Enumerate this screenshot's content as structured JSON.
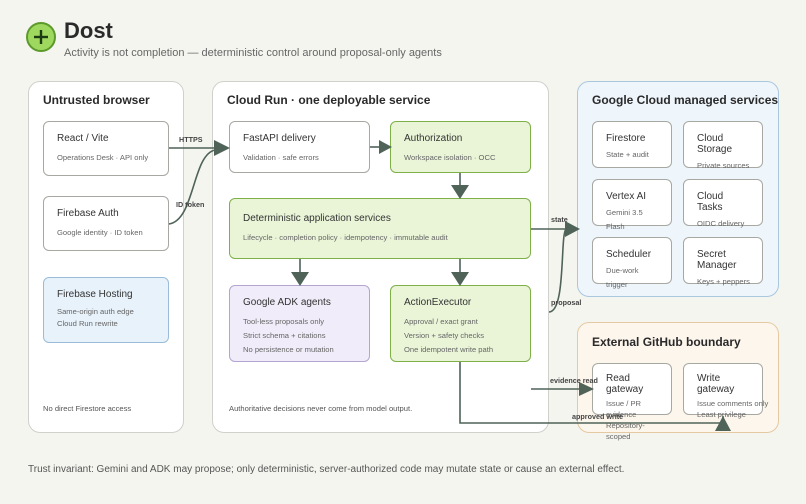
{
  "header": {
    "title": "Dost",
    "subtitle": "Activity is not completion — deterministic control around proposal-only agents"
  },
  "browser": {
    "title": "Untrusted browser",
    "react": {
      "title": "React / Vite",
      "sub": "Operations Desk · API only"
    },
    "auth": {
      "title": "Firebase Auth",
      "sub": "Google identity · ID token"
    },
    "hosting": {
      "title": "Firebase Hosting",
      "sub1": "Same-origin auth edge",
      "sub2": "Cloud Run rewrite"
    },
    "note": "No direct Firestore access"
  },
  "cloudrun": {
    "title": "Cloud Run · one deployable service",
    "fastapi": {
      "title": "FastAPI delivery",
      "sub": "Validation · safe errors"
    },
    "authz": {
      "title": "Authorization",
      "sub": "Workspace isolation · OCC"
    },
    "services": {
      "title": "Deterministic application services",
      "sub": "Lifecycle · completion policy · idempotency · immutable audit"
    },
    "adk": {
      "title": "Google ADK agents",
      "sub1": "Tool-less proposals only",
      "sub2": "Strict schema + citations",
      "sub3": "No persistence or mutation"
    },
    "executor": {
      "title": "ActionExecutor",
      "sub1": "Approval / exact grant",
      "sub2": "Version + safety checks",
      "sub3": "One idempotent write path"
    },
    "note": "Authoritative decisions never come from model output."
  },
  "gcp": {
    "title": "Google Cloud managed services",
    "items": [
      {
        "title": "Firestore",
        "sub": "State + audit"
      },
      {
        "title": "Cloud Storage",
        "sub": "Private sources"
      },
      {
        "title": "Vertex AI",
        "sub": "Gemini 3.5 Flash"
      },
      {
        "title": "Cloud Tasks",
        "sub": "OIDC delivery"
      },
      {
        "title": "Scheduler",
        "sub": "Due-work trigger"
      },
      {
        "title": "Secret Manager",
        "sub": "Keys + peppers"
      }
    ]
  },
  "github": {
    "title": "External GitHub boundary",
    "read": {
      "title": "Read gateway",
      "sub1": "Issue / PR evidence",
      "sub2": "Repository-scoped"
    },
    "write": {
      "title": "Write gateway",
      "sub1": "Issue comments only",
      "sub2": "Least privilege"
    }
  },
  "edges": {
    "https": "HTTPS",
    "idtoken": "ID token",
    "state": "state",
    "proposal": "proposal",
    "evidence": "evidence read",
    "approved": "approved write"
  },
  "footer": "Trust invariant: Gemini and ADK may propose; only deterministic, server-authorized code may mutate state or cause an external effect.",
  "colors": {
    "accent_green": "#9fd85e",
    "arrow": "#4f6359",
    "green_box": "#eaf5d8",
    "gcp_panel": "#eef5fb",
    "github_panel": "#fdf6ec"
  }
}
